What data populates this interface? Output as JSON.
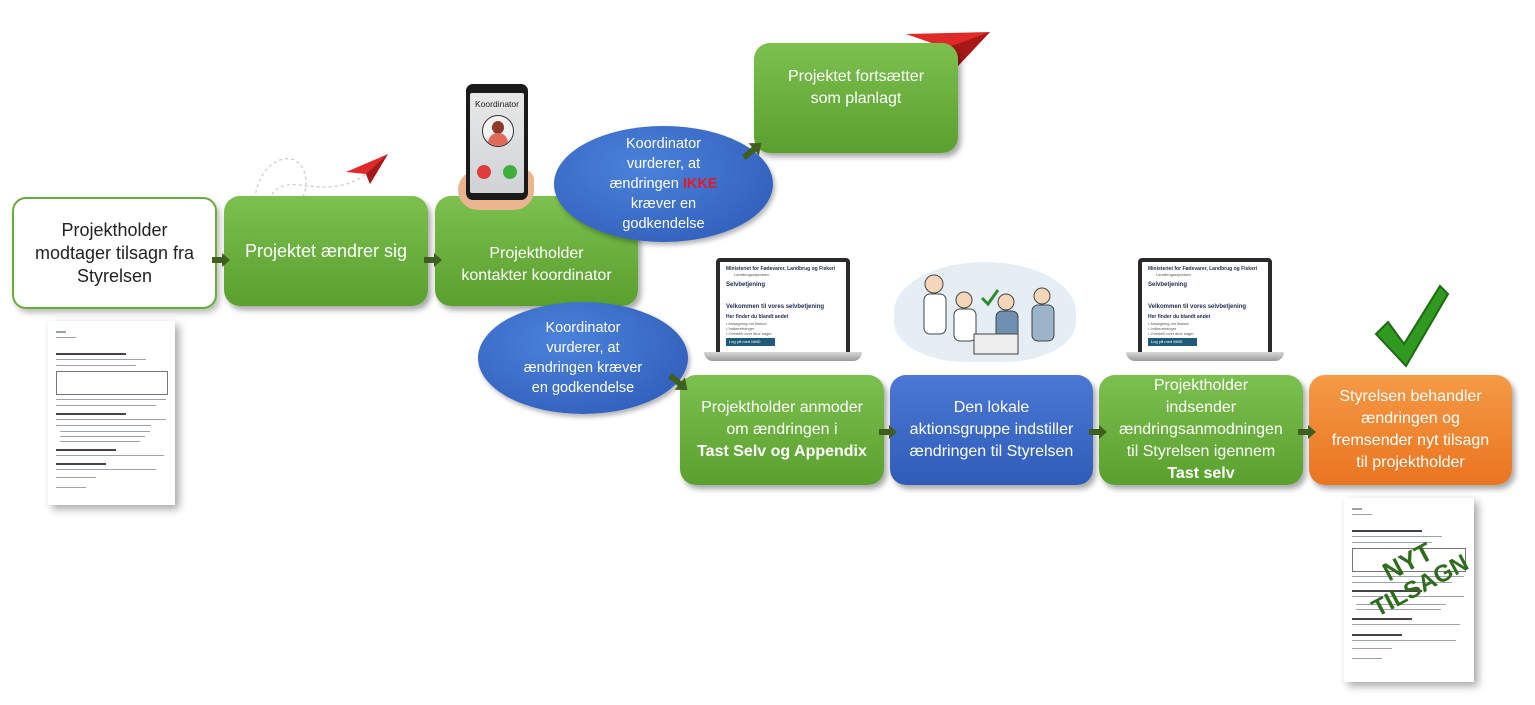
{
  "nodes": {
    "start": "Projektholder modtager tilsagn fra Styrelsen",
    "changes": "Projektet ændrer sig",
    "contact_line1": "Projektholder",
    "contact_line2": "kontakter koordinator",
    "continues_line1": "Projektet fortsætter",
    "continues_line2": "som planlagt",
    "oval_not_line1": "Koordinator",
    "oval_not_line2": "vurderer, at",
    "oval_not_line3a": "ændringen ",
    "oval_not_emph": "IKKE",
    "oval_not_line4": "kræver en",
    "oval_not_line5": "godkendelse",
    "oval_req_line1": "Koordinator",
    "oval_req_line2": "vurderer, at",
    "oval_req_line3": "ændringen kræver",
    "oval_req_line4": "en godkendelse",
    "request_line1": "Projektholder anmoder",
    "request_line2": "om ændringen i",
    "request_bold": "Tast Selv og Appendix",
    "lag_line1": "Den lokale",
    "lag_line2": "aktionsgruppe indstiller",
    "lag_line3": "ændringen til Styrelsen",
    "submit_line1": "Projektholder",
    "submit_line2": "indsender",
    "submit_line3": "ændringsanmodningen",
    "submit_line4": "til Styrelsen igennem",
    "submit_bold": "Tast selv",
    "final_line1": "Styrelsen behandler",
    "final_line2": "ændringen og",
    "final_line3": "fremsender nyt tilsagn",
    "final_line4": "til projektholder"
  },
  "phone": {
    "label": "Koordinator"
  },
  "laptop": {
    "ministry": "Ministeriet for Fødevarer, Landbrug og Fiskeri",
    "agency": "Landbrugsstyrelsen",
    "section": "Selvbetjening",
    "welcome": "Velkommen til vores selvbetjening",
    "subtitle": "Her finder du blandt andet",
    "item1": "• Ansøgning om tilskud",
    "item2": "• Indberetninger",
    "item3": "• Overblik over dine sager",
    "login": "Log på med MitID"
  },
  "stamp": {
    "line1": "NYT",
    "line2": "TILSAGN"
  },
  "colors": {
    "green": "#6db33f",
    "blue": "#3563c4",
    "orange": "#ee7d2b",
    "arrow": "#3f5f1f",
    "emphasis": "#e51b24",
    "stamp": "#2e6b1c"
  }
}
